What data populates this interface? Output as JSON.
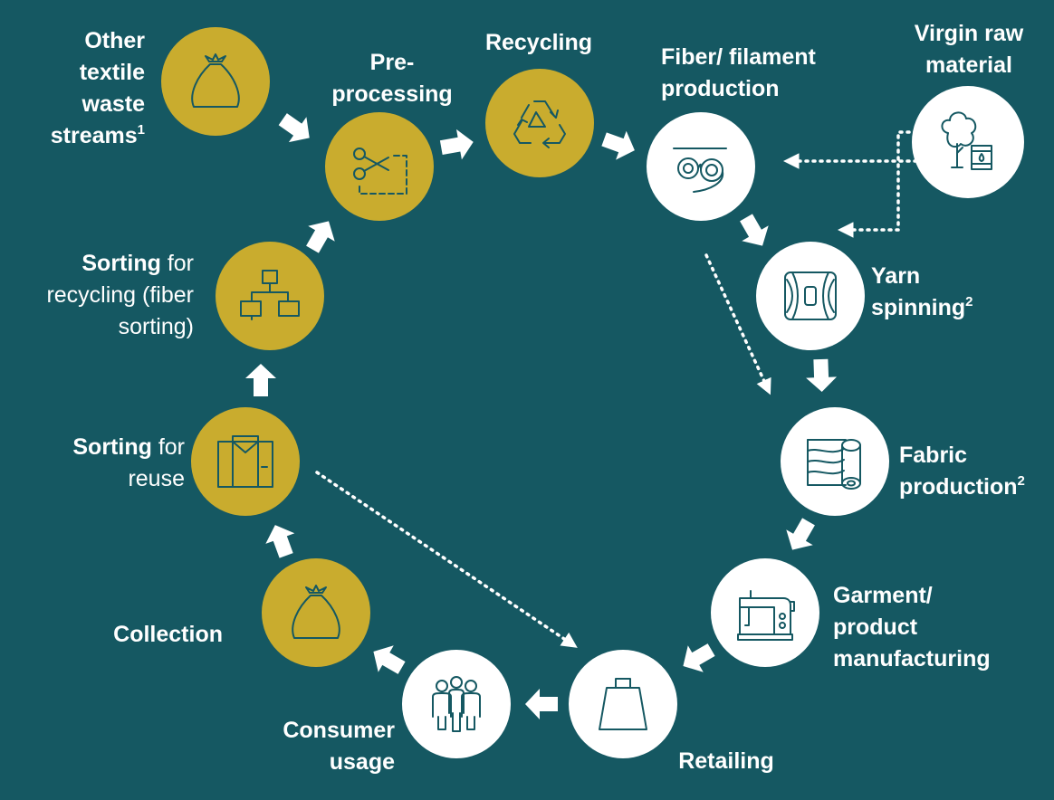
{
  "colors": {
    "background": "#155862",
    "recycling_node": "#C9AC2E",
    "product_node": "#FFFFFF",
    "icon_stroke": "#155862",
    "arrow": "#FFFFFF"
  },
  "nodes": {
    "other_waste": {
      "icon": "waste-bag-icon",
      "line1": "Other",
      "line2": "textile",
      "line3": "waste",
      "line4": "streams",
      "sup": "1"
    },
    "preprocessing": {
      "icon": "scissors-icon",
      "line1": "Pre-",
      "line2": "processing"
    },
    "recycling": {
      "icon": "recycle-icon",
      "line1": "Recycling"
    },
    "fiber": {
      "icon": "filament-icon",
      "line1": "Fiber/ filament",
      "line2": "production"
    },
    "virgin": {
      "icon": "tree-barrel-icon",
      "line1": "Virgin raw",
      "line2": "material"
    },
    "yarn": {
      "icon": "yarn-spool-icon",
      "line1": "Yarn",
      "line2": "spinning",
      "sup": "2"
    },
    "fabric": {
      "icon": "fabric-roll-icon",
      "line1": "Fabric",
      "line2": "production",
      "sup": "2"
    },
    "garment": {
      "icon": "sewing-machine-icon",
      "line1": "Garment/",
      "line2": "product",
      "line3": "manufacturing"
    },
    "retailing": {
      "icon": "shopping-bag-icon",
      "line1": "Retailing"
    },
    "consumer": {
      "icon": "people-icon",
      "line1": "Consumer",
      "line2": "usage"
    },
    "collection": {
      "icon": "collection-bag-icon",
      "line1": "Collection"
    },
    "sorting_reuse": {
      "icon": "folded-shirt-icon",
      "bold": "Sorting",
      "rest1": " for",
      "line2": "reuse"
    },
    "sorting_recycling": {
      "icon": "sorting-chart-icon",
      "bold": "Sorting",
      "rest1": " for",
      "line2": "recycling (fiber",
      "line3": "sorting)"
    }
  }
}
